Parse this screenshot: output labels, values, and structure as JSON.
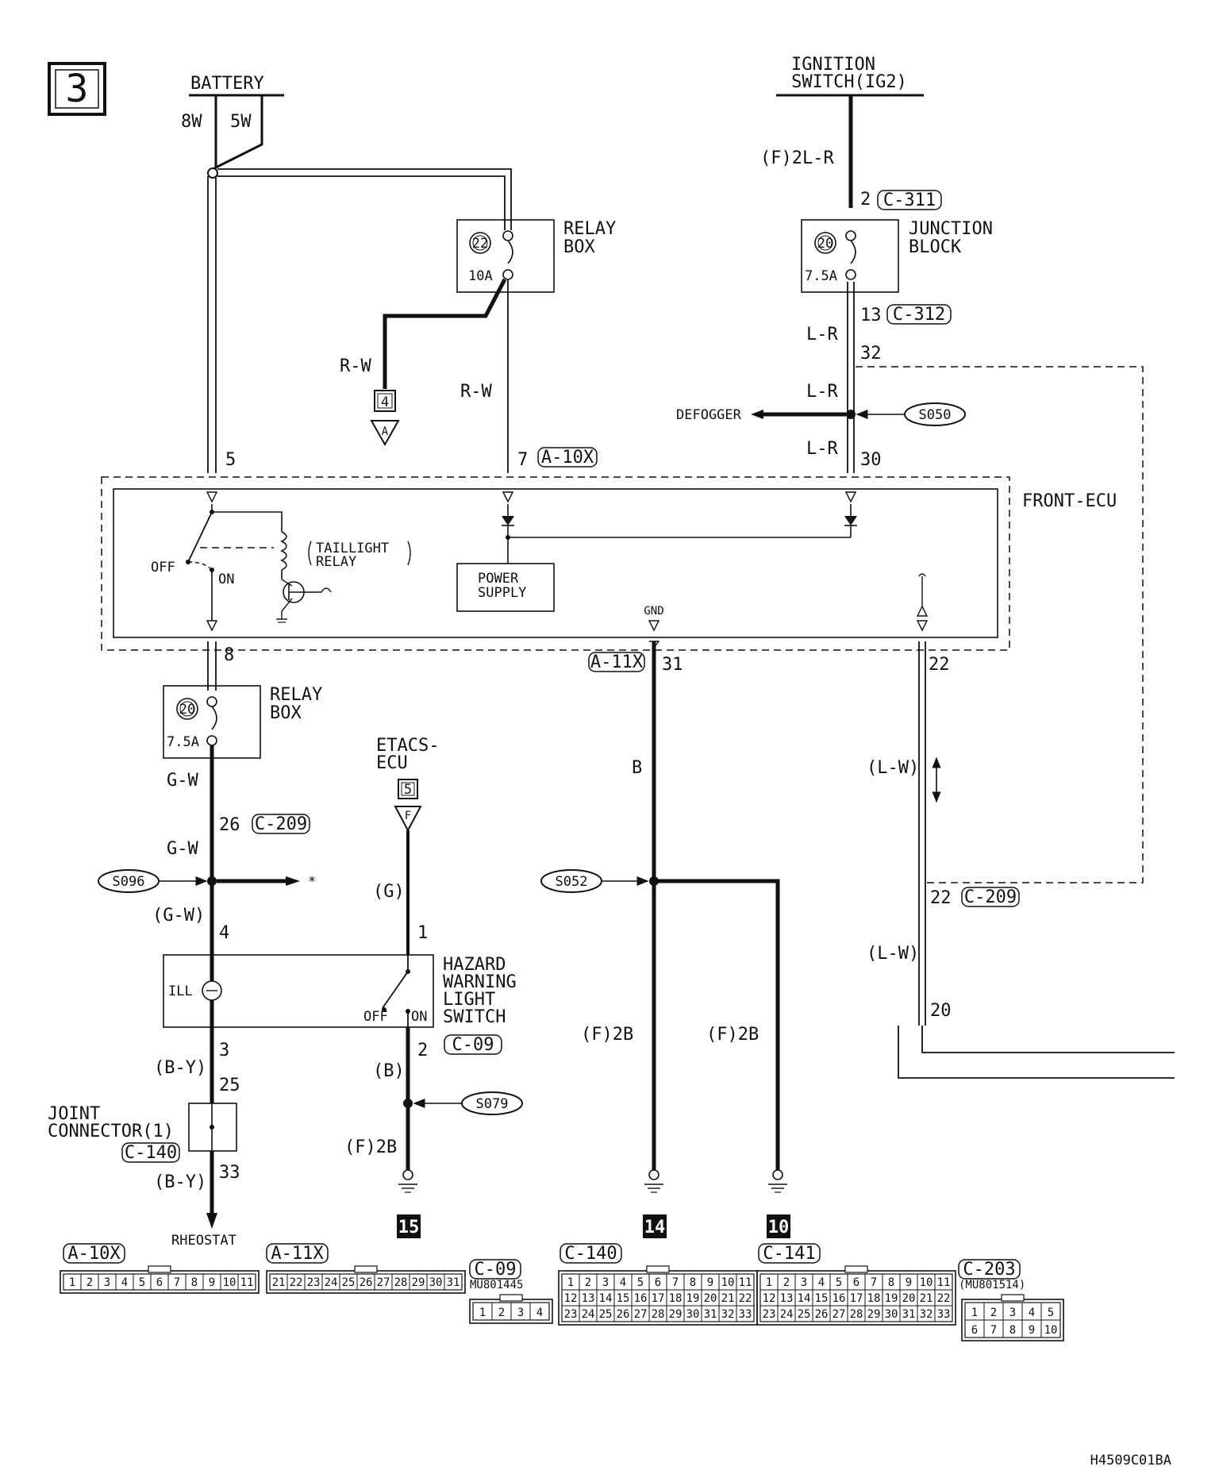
{
  "page_number": "3",
  "diagram_code": "H4509C01BA",
  "sources": {
    "battery": "BATTERY",
    "battery_wire_1": "8W",
    "battery_wire_2": "5W",
    "ignition_line1": "IGNITION",
    "ignition_line2": "SWITCH(IG2)"
  },
  "fuses": {
    "relay_box_top": {
      "num": "22",
      "rating": "10A",
      "name1": "RELAY",
      "name2": "BOX"
    },
    "junction_block": {
      "num": "20",
      "rating": "7.5A",
      "name1": "JUNCTION",
      "name2": "BLOCK"
    },
    "relay_box_bottom": {
      "num": "20",
      "rating": "7.5A",
      "name1": "RELAY",
      "name2": "BOX"
    }
  },
  "wires": {
    "ig_feed": "(F)2L-R",
    "lr_1": "L-R",
    "lr_2": "L-R",
    "lr_3": "L-R",
    "rw_left": "R-W",
    "rw_right": "R-W",
    "gw_1": "G-W",
    "gw_2": "G-W",
    "gw_3": "(G-W)",
    "by_1": "(B-Y)",
    "by_2": "(B-Y)",
    "g": "(G)",
    "b": "(B)",
    "f2b_1": "(F)2B",
    "f2b_2": "(F)2B",
    "f2b_3": "(F)2B",
    "b_main": "B",
    "lw_1": "(L-W)",
    "lw_2": "(L-W)"
  },
  "pins": {
    "p2": "2",
    "p13": "13",
    "p32": "32",
    "p30": "30",
    "p5": "5",
    "p7": "7",
    "p8": "8",
    "p26": "26",
    "p4": "4",
    "p3": "3",
    "p25": "25",
    "p33": "33",
    "p1": "1",
    "p2b": "2",
    "p31": "31",
    "p22": "22",
    "p22b": "22",
    "p20": "20"
  },
  "connectors": {
    "c311": "C-311",
    "c312": "C-312",
    "a10x": "A-10X",
    "a11x": "A-11X",
    "c209a": "C-209",
    "c209b": "C-209",
    "c09": "C-09",
    "c140": "C-140"
  },
  "splices": {
    "s050": "S050",
    "s096": "S096",
    "s052": "S052",
    "s079": "S079"
  },
  "front_ecu": {
    "name": "FRONT-ECU",
    "relay_line1": "TAILLIGHT",
    "relay_line2": "RELAY",
    "off": "OFF",
    "on": "ON",
    "power_line1": "POWER",
    "power_line2": "SUPPLY",
    "gnd": "GND"
  },
  "labels": {
    "defogger": "DEFOGGER",
    "etacs1": "ETACS-",
    "etacs2": "ECU",
    "etacs_ref": "5",
    "etacs_arrow": "F",
    "box4": "4",
    "arrowA": "A",
    "hazard1": "HAZARD",
    "hazard2": "WARNING",
    "hazard3": "LIGHT",
    "hazard4": "SWITCH",
    "ill": "ILL",
    "sw_off": "OFF",
    "sw_on": "ON",
    "joint1": "JOINT",
    "joint2": "CONNECTOR(1)",
    "rheostat": "RHEOSTAT",
    "star": "*"
  },
  "grounds": {
    "g15": "15",
    "g14": "14",
    "g10": "10"
  },
  "connector_views": [
    {
      "name": "A-10X",
      "part": "",
      "rows": [
        [
          "1",
          "2",
          "3",
          "4",
          "5",
          "6",
          "7",
          "8",
          "9",
          "10",
          "11"
        ]
      ]
    },
    {
      "name": "A-11X",
      "part": "",
      "rows": [
        [
          "21",
          "22",
          "23",
          "24",
          "25",
          "26",
          "27",
          "28",
          "29",
          "30",
          "31"
        ]
      ]
    },
    {
      "name": "C-09",
      "part": "MU801445",
      "rows": [
        [
          "1",
          "2",
          "3",
          "4"
        ]
      ]
    },
    {
      "name": "C-140",
      "part": "",
      "rows": [
        [
          "1",
          "2",
          "3",
          "4",
          "5",
          "6",
          "7",
          "8",
          "9",
          "10",
          "11"
        ],
        [
          "12",
          "13",
          "14",
          "15",
          "16",
          "17",
          "18",
          "19",
          "20",
          "21",
          "22"
        ],
        [
          "23",
          "24",
          "25",
          "26",
          "27",
          "28",
          "29",
          "30",
          "31",
          "32",
          "33"
        ]
      ]
    },
    {
      "name": "C-141",
      "part": "",
      "rows": [
        [
          "1",
          "2",
          "3",
          "4",
          "5",
          "6",
          "7",
          "8",
          "9",
          "10",
          "11"
        ],
        [
          "12",
          "13",
          "14",
          "15",
          "16",
          "17",
          "18",
          "19",
          "20",
          "21",
          "22"
        ],
        [
          "23",
          "24",
          "25",
          "26",
          "27",
          "28",
          "29",
          "30",
          "31",
          "32",
          "33"
        ]
      ]
    },
    {
      "name": "C-203",
      "part": "(MU801514)",
      "rows": [
        [
          "1",
          "2",
          "3",
          "4",
          "5"
        ],
        [
          "6",
          "7",
          "8",
          "9",
          "10"
        ]
      ]
    }
  ]
}
